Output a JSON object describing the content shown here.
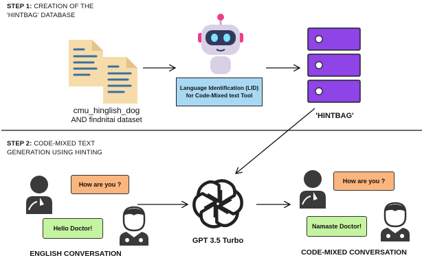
{
  "step1": {
    "label": "STEP 1:",
    "text": "CREATION OF THE",
    "text2": "'HINTBAG' DATABASE"
  },
  "step2": {
    "label": "STEP 2:",
    "text": "CODE-MIXED TEXT",
    "text2": "GENERATION USING HINTING"
  },
  "datasets": {
    "line1": "cmu_hinglish_dog",
    "line2": "AND findnitai dataset"
  },
  "lid_tool": "Language Identification (LID) for Code-Mixed text Tool",
  "hintbag": "'HINTBAG'",
  "gpt": "GPT 3.5 Turbo",
  "english_conv": {
    "patient_line": "How are you ?",
    "doctor_line": "Hello Doctor!",
    "caption": "ENGLISH CONVERSATION"
  },
  "codemixed_conv": {
    "patient_line": "How are you ?",
    "doctor_line": "Namaste Doctor!",
    "caption": "CODE-MIXED CONVERSATION"
  },
  "colors": {
    "document": "#f6dcaa",
    "document_fold": "#e2c48a",
    "document_lines": "#3a6fa3",
    "database": "#8e44e6",
    "lid_box": "#a9d8f3",
    "bubble_orange": "#fbb57e",
    "bubble_green": "#c4f4a0",
    "robot": "#d9d0e6",
    "robot_accent": "#ef3e8a"
  },
  "icons": [
    "document-icon",
    "robot-icon",
    "database-icon",
    "chatgpt-logo-icon",
    "person-icon",
    "doctor-icon",
    "arrow-icon"
  ]
}
